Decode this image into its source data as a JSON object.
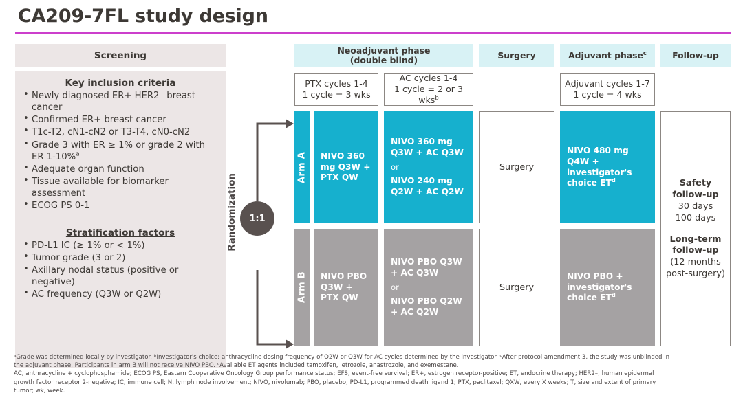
{
  "title": "CA209-7FL study design",
  "accent_colors": {
    "title_rule": "#cc3fcc",
    "arm_a": "#16b0ce",
    "arm_b": "#a5a2a3",
    "phase_header": "#d8f2f5",
    "screening_panel": "#ece6e6",
    "randomization_node": "#59514f"
  },
  "screening": {
    "header": "Screening",
    "inclusion_heading": "Key inclusion criteria",
    "inclusion_items": [
      "Newly diagnosed ER+ HER2– breast cancer",
      "Confirmed ER+ breast cancer",
      "T1c-T2, cN1-cN2 or T3-T4, cN0-cN2",
      "Grade 3 with ER ≥ 1% or grade 2 with ER 1-10%",
      "Adequate organ function",
      "Tissue available for biomarker assessment",
      "ECOG PS 0-1"
    ],
    "inclusion_item_sup": [
      "",
      "",
      "",
      "a",
      "",
      "",
      ""
    ],
    "stratification_heading": "Stratification factors",
    "stratification_items": [
      "PD-L1 IC (≥ 1% or < 1%)",
      "Tumor grade (3 or 2)",
      "Axillary nodal status (positive or negative)",
      "AC frequency (Q3W or Q2W)"
    ]
  },
  "randomization": {
    "label": "Randomization",
    "ratio": "1:1"
  },
  "phases": [
    {
      "name": "neoadjuvant",
      "line1": "Neoadjuvant phase",
      "line2": "(double blind)",
      "sup": ""
    },
    {
      "name": "surgery",
      "line1": "Surgery",
      "line2": "",
      "sup": ""
    },
    {
      "name": "adjuvant",
      "line1": "Adjuvant phase",
      "line2": "",
      "sup": "c"
    },
    {
      "name": "follow-up",
      "line1": "Follow-up",
      "line2": "",
      "sup": ""
    }
  ],
  "cycle_boxes": [
    {
      "name": "ptx-cycles",
      "line1": "PTX cycles 1-4",
      "line2": "1 cycle = 3 wks",
      "sup": ""
    },
    {
      "name": "ac-cycles",
      "line1": "AC cycles 1-4",
      "line2": "1 cycle = 2 or 3 wks",
      "sup": "b"
    },
    {
      "name": "adjuvant-cycles",
      "line1": "Adjuvant cycles 1-7",
      "line2": "1 cycle = 4 wks",
      "sup": ""
    }
  ],
  "arms": [
    {
      "label": "Arm A",
      "ptx": "NIVO 360 mg Q3W + PTX QW",
      "ac_option1": "NIVO 360 mg Q3W + AC Q3W",
      "ac_or": "or",
      "ac_option2": "NIVO 240 mg Q2W + AC Q2W",
      "surgery": "Surgery",
      "adjuvant": "NIVO 480 mg Q4W + investigator's choice ET",
      "adjuvant_sup": "d"
    },
    {
      "label": "Arm B",
      "ptx": "NIVO PBO Q3W + PTX QW",
      "ac_option1": "NIVO PBO Q3W + AC Q3W",
      "ac_or": "or",
      "ac_option2": "NIVO PBO Q2W + AC Q2W",
      "surgery": "Surgery",
      "adjuvant": "NIVO PBO + investigator's choice ET",
      "adjuvant_sup": "d"
    }
  ],
  "followup": {
    "safety_line1": "Safety",
    "safety_line2": "follow-up",
    "safety_line3": "30 days",
    "safety_line4": "100 days",
    "longterm_line1": "Long-term",
    "longterm_line2": "follow-up",
    "longterm_line3": "(12 months",
    "longterm_line4": "post-surgery)"
  },
  "footnotes": {
    "line1": "ᵃGrade was determined locally by investigator. ᵇInvestigator's choice: anthracycline dosing frequency of Q2W or Q3W for AC cycles determined by the investigator. ᶜAfter protocol amendment 3, the study was unblinded in",
    "line2": "the adjuvant phase. Participants in arm B will not receive NIVO PBO. ᵈAvailable ET agents included tamoxifen, letrozole, anastrozole, and exemestane.",
    "line3": "AC, anthracycline + cyclophosphamide; ECOG PS, Eastern Cooperative Oncology Group performance status; EFS, event-free survival; ER+, estrogen receptor-positive; ET, endocrine therapy; HER2–, human epidermal",
    "line4": "growth factor receptor 2-negative; IC, immune cell; N, lymph node involvement; NIVO, nivolumab; PBO, placebo; PD-L1, programmed death ligand 1; PTX, paclitaxel; QXW, every X weeks; T, size and extent of primary",
    "line5": "tumor; wk, week."
  }
}
